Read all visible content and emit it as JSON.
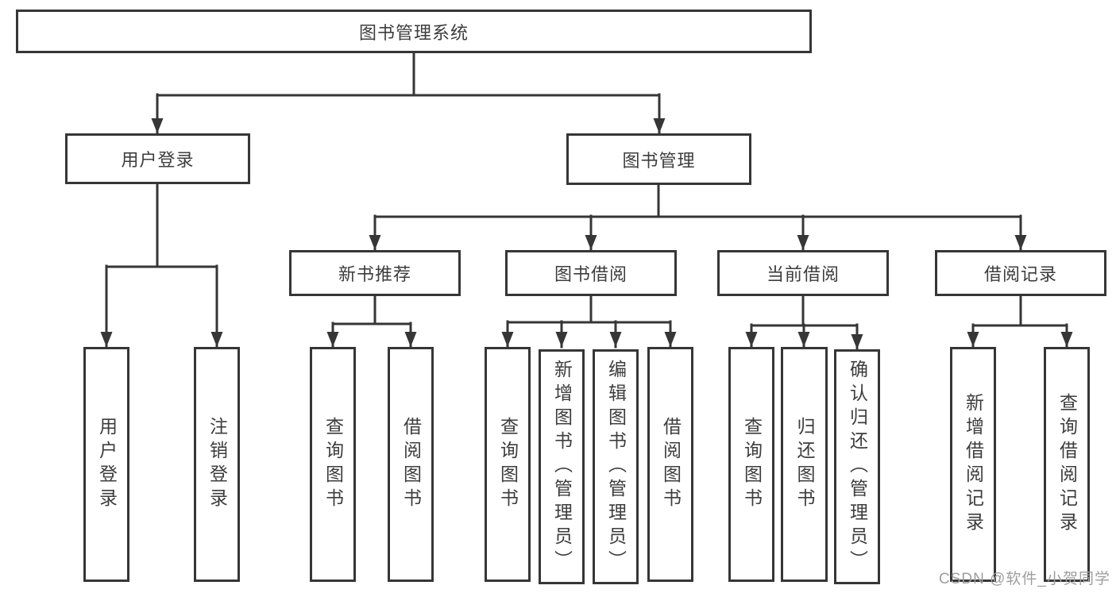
{
  "diagram_title": "图书管理系统",
  "watermark": "CSDN @软件_小贺同学",
  "colors": {
    "line": "#363636",
    "box_border": "#363636",
    "text": "#3d3d3d",
    "watermark": "#9e9e9e",
    "background": "#ffffff"
  },
  "tree": {
    "label": "图书管理系统",
    "children": [
      {
        "label": "用户登录",
        "children": [
          {
            "label": "用户登录"
          },
          {
            "label": "注销登录"
          }
        ]
      },
      {
        "label": "图书管理",
        "children": [
          {
            "label": "新书推荐",
            "children": [
              {
                "label": "查询图书"
              },
              {
                "label": "借阅图书"
              }
            ]
          },
          {
            "label": "图书借阅",
            "children": [
              {
                "label": "查询图书"
              },
              {
                "label": "新增图书（管理员）"
              },
              {
                "label": "编辑图书（管理员）"
              },
              {
                "label": "借阅图书"
              }
            ]
          },
          {
            "label": "当前借阅",
            "children": [
              {
                "label": "查询图书"
              },
              {
                "label": "归还图书"
              },
              {
                "label": "确认归还（管理员）"
              }
            ]
          },
          {
            "label": "借阅记录",
            "children": [
              {
                "label": "新增借阅记录"
              },
              {
                "label": "查询借阅记录"
              }
            ]
          }
        ]
      }
    ]
  }
}
